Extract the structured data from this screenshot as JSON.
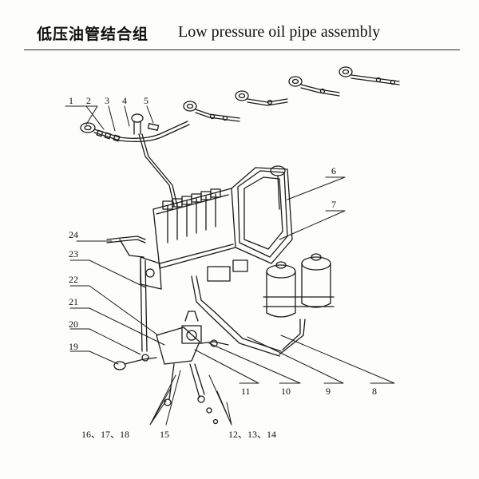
{
  "title": {
    "cn": "低压油管结合组",
    "en": "Low pressure oil pipe assembly"
  },
  "callouts": [
    {
      "id": "c1",
      "label": "1"
    },
    {
      "id": "c2",
      "label": "2"
    },
    {
      "id": "c3",
      "label": "3"
    },
    {
      "id": "c4",
      "label": "4"
    },
    {
      "id": "c5",
      "label": "5"
    },
    {
      "id": "c6",
      "label": "6"
    },
    {
      "id": "c7",
      "label": "7"
    },
    {
      "id": "c8",
      "label": "8"
    },
    {
      "id": "c9",
      "label": "9"
    },
    {
      "id": "c10",
      "label": "10"
    },
    {
      "id": "c11",
      "label": "11"
    },
    {
      "id": "c12",
      "label": "12、13、14"
    },
    {
      "id": "c15",
      "label": "15"
    },
    {
      "id": "c16",
      "label": "16、17、18"
    },
    {
      "id": "c19",
      "label": "19"
    },
    {
      "id": "c20",
      "label": "20"
    },
    {
      "id": "c21",
      "label": "21"
    },
    {
      "id": "c22",
      "label": "22"
    },
    {
      "id": "c23",
      "label": "23"
    },
    {
      "id": "c24",
      "label": "24"
    }
  ]
}
